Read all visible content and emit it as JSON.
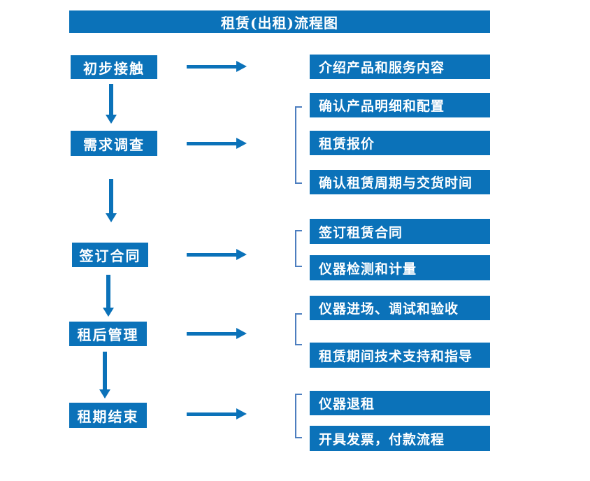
{
  "title": "租赁(出租)流程图",
  "colors": {
    "primary": "#0b72b9",
    "bracket": "#4d7ebf",
    "box_text": "#ffffff"
  },
  "stages": [
    {
      "label": "初步接触",
      "outputs": [
        "介绍产品和服务内容"
      ]
    },
    {
      "label": "需求调查",
      "outputs": [
        "确认产品明细和配置",
        "租赁报价",
        "确认租赁周期与交货时间"
      ]
    },
    {
      "label": "签订合同",
      "outputs": [
        "签订租赁合同",
        "仪器检测和计量"
      ]
    },
    {
      "label": "租后管理",
      "outputs": [
        "仪器进场、调试和验收",
        "租赁期间技术支持和指导"
      ]
    },
    {
      "label": "租期结束",
      "outputs": [
        "仪器退租",
        "开具发票，付款流程"
      ]
    }
  ]
}
